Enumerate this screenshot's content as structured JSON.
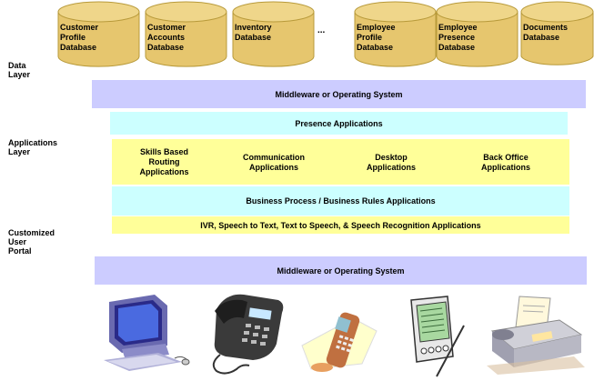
{
  "layers": {
    "data": "Data\nLayer",
    "applications": "Applications\nLayer",
    "portal": "Customized\nUser\nPortal"
  },
  "databases": [
    "Customer\nProfile\nDatabase",
    "Customer\nAccounts\nDatabase",
    "Inventory\nDatabase",
    "Employee\nProfile\nDatabase",
    "Employee\nPresence\nDatabase",
    "Documents\nDatabase"
  ],
  "ellipsis": "...",
  "bars": {
    "middleware_top": "Middleware or Operating System",
    "presence": "Presence Applications",
    "business": "Business Process / Business Rules Applications",
    "ivr": "IVR, Speech to Text, Text to Speech, & Speech Recognition Applications",
    "middleware_bottom": "Middleware or Operating System"
  },
  "apps": [
    "Skills Based\nRouting\nApplications",
    "Communication\nApplications",
    "Desktop\nApplications",
    "Back Office\nApplications"
  ],
  "devices": [
    "computer-icon",
    "desk-phone-icon",
    "mobile-phone-icon",
    "pda-icon",
    "fax-machine-icon"
  ],
  "colors": {
    "database": "#e6c66e",
    "middleware": "#ccccff",
    "presence": "#ccffff",
    "apps": "#ffff99",
    "business": "#ccffff",
    "ivr": "#ffff99"
  }
}
